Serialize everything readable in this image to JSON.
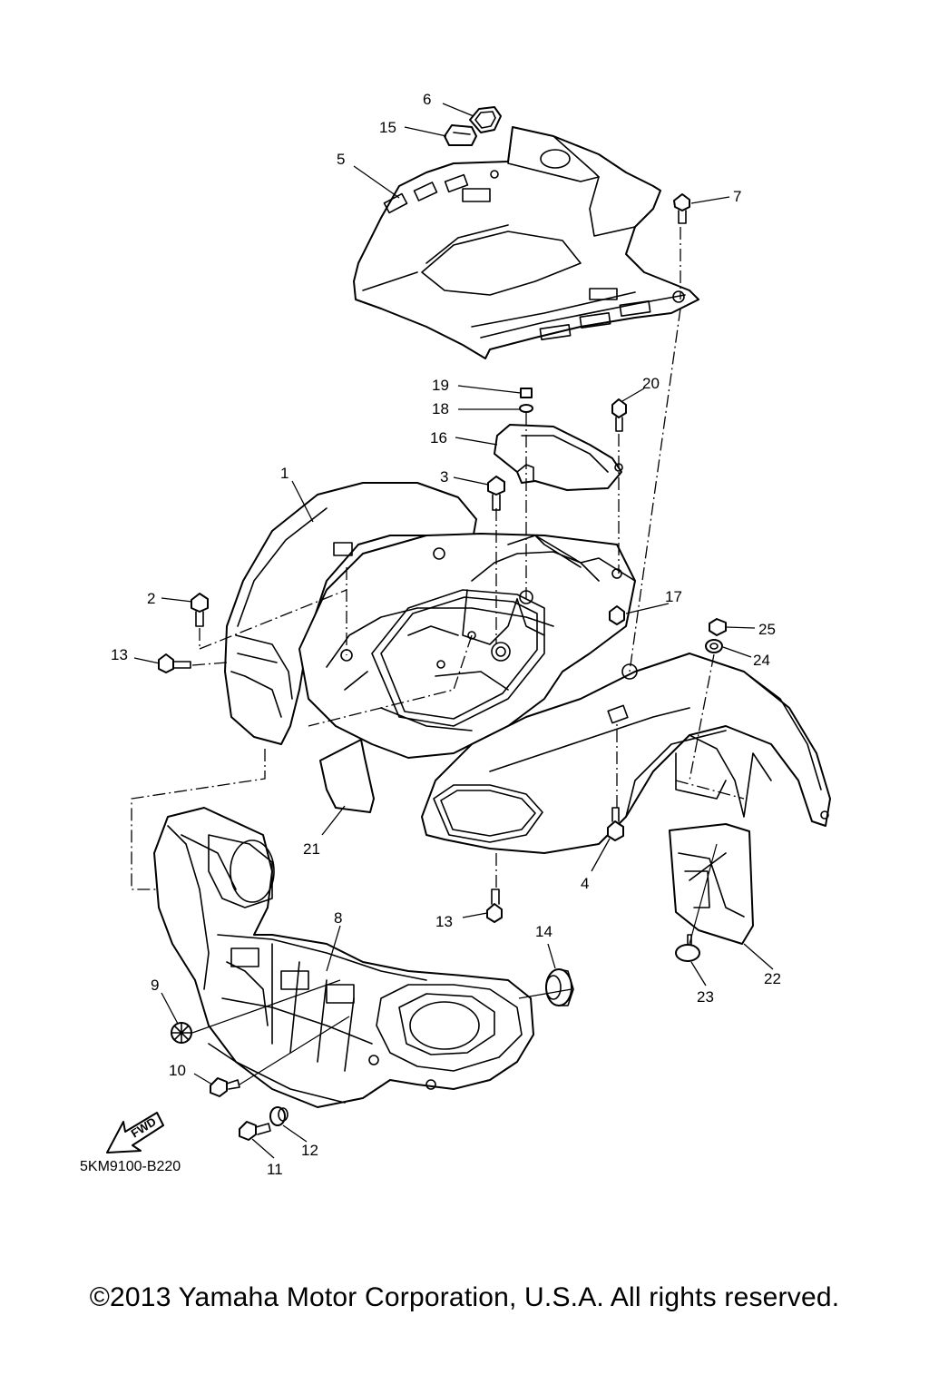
{
  "diagram": {
    "callouts": [
      "1",
      "2",
      "3",
      "4",
      "5",
      "6",
      "7",
      "8",
      "9",
      "10",
      "11",
      "12",
      "13",
      "13",
      "14",
      "15",
      "16",
      "17",
      "18",
      "19",
      "20",
      "21",
      "22",
      "23",
      "24",
      "25"
    ],
    "direction_label": "FWD",
    "reference_code": "5KM9100-B220"
  },
  "footer": {
    "copyright": "©2013 Yamaha Motor Corporation, U.S.A. All rights reserved."
  }
}
